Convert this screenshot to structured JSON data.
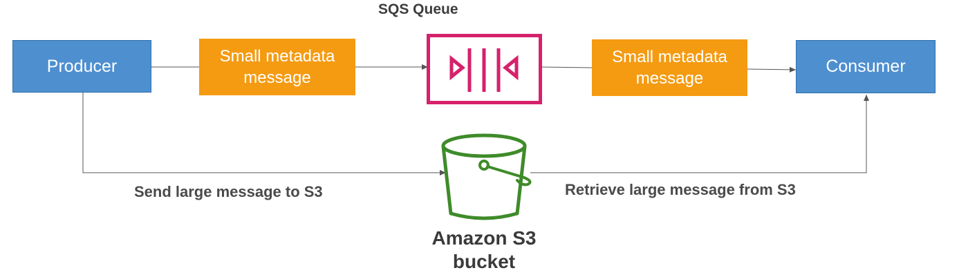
{
  "queue": {
    "title": "SQS Queue",
    "color": "#d6216c"
  },
  "producer": {
    "label": "Producer",
    "color": "#4e8fd0"
  },
  "consumer": {
    "label": "Consumer",
    "color": "#4e8fd0"
  },
  "left_message": {
    "line1": "Small metadata",
    "line2": "message",
    "color": "#f49b12"
  },
  "right_message": {
    "line1": "Small metadata",
    "line2": "message",
    "color": "#f49b12"
  },
  "bucket": {
    "line1": "Amazon S3",
    "line2": "bucket",
    "icon": "s3-bucket-icon",
    "color": "#3e8b2a"
  },
  "send_label": "Send large message to S3",
  "retrieve_label": "Retrieve large message from S3"
}
